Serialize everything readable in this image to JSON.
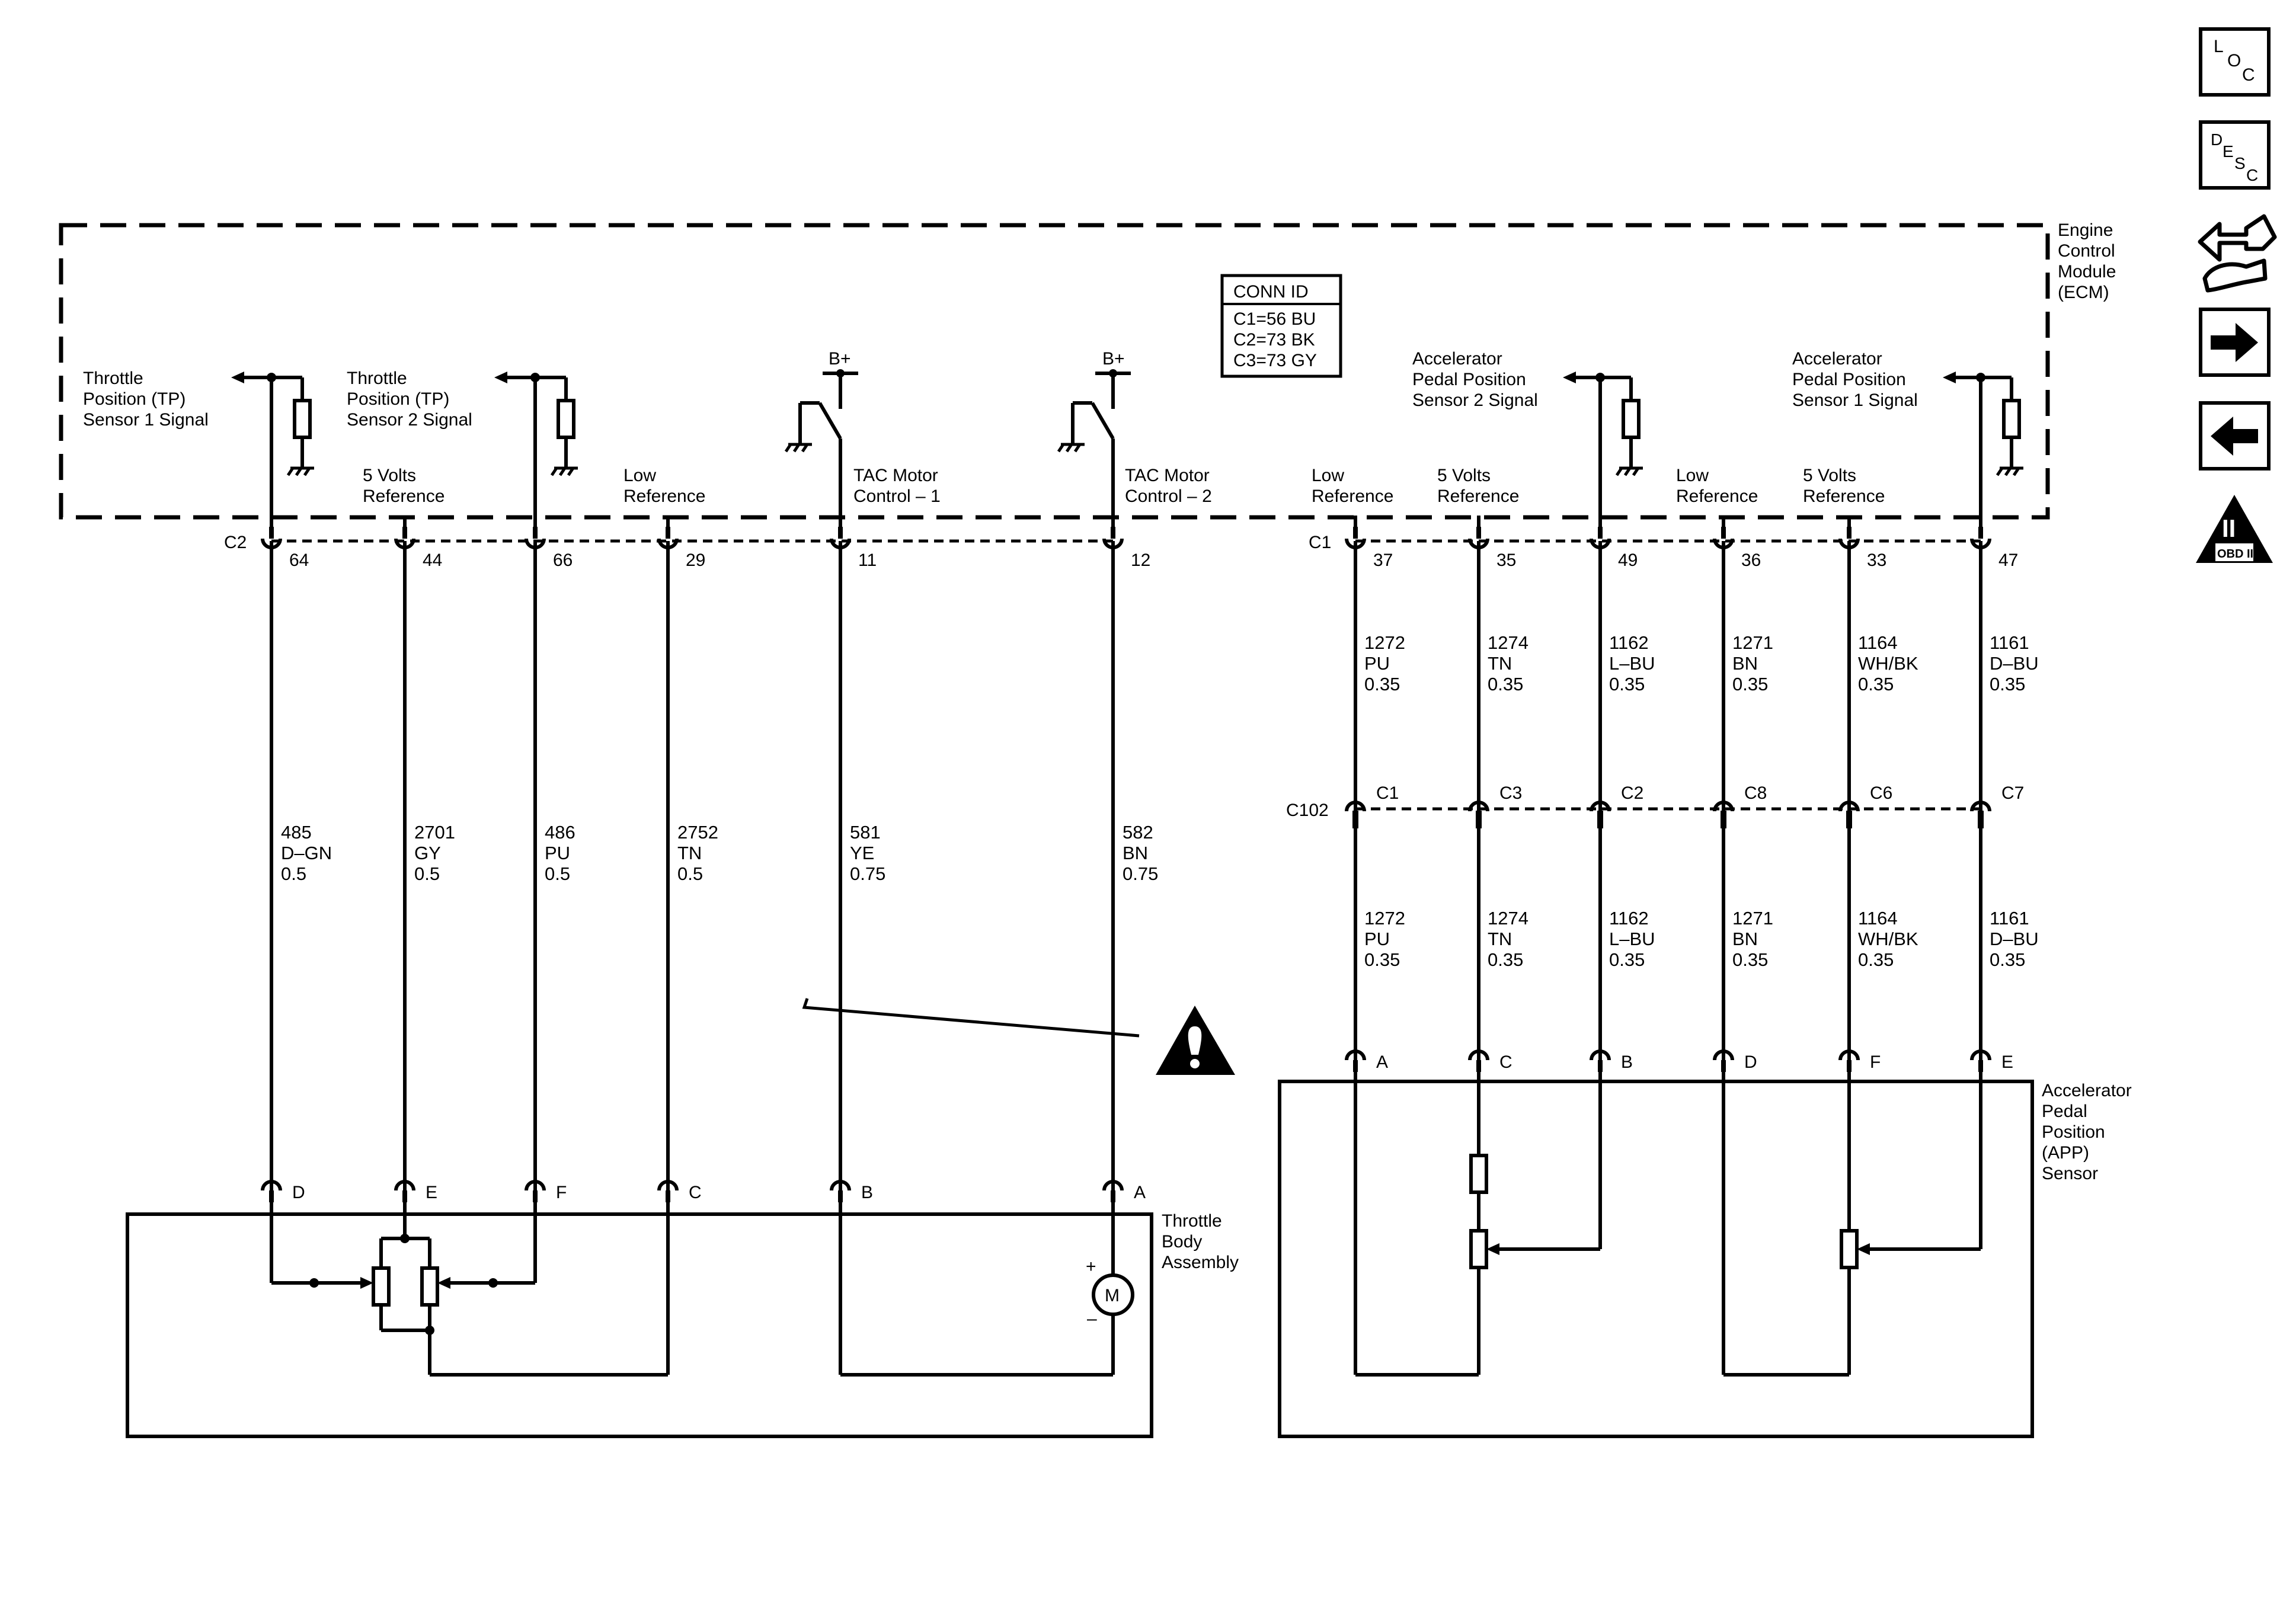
{
  "ecm": {
    "title": [
      "Engine",
      "Control",
      "Module",
      "(ECM)"
    ],
    "conn_id": {
      "title": "CONN ID",
      "lines": [
        "C1=56 BU",
        "C2=73 BK",
        "C3=73 GY"
      ]
    },
    "supply_label": "B+",
    "connector_c2": "C2",
    "connector_c1": "C1",
    "sensor_signals": [
      {
        "lines": [
          "Throttle",
          "Position (TP)",
          "Sensor 1 Signal"
        ]
      },
      {
        "lines": [
          "Throttle",
          "Position (TP)",
          "Sensor 2 Signal"
        ]
      },
      {
        "lines": [
          "Accelerator",
          "Pedal Position",
          "Sensor 2 Signal"
        ]
      },
      {
        "lines": [
          "Accelerator",
          "Pedal Position",
          "Sensor 1 Signal"
        ]
      }
    ],
    "circuits": [
      {
        "id": "tp1",
        "label": [],
        "pin": "64",
        "wire": [
          "485",
          "D–GN",
          "0.5"
        ],
        "component_pin": "D"
      },
      {
        "id": "tp5v",
        "label": [
          "5 Volts",
          "Reference"
        ],
        "pin": "44",
        "wire": [
          "2701",
          "GY",
          "0.5"
        ],
        "component_pin": "E"
      },
      {
        "id": "tp2",
        "label": [],
        "pin": "66",
        "wire": [
          "486",
          "PU",
          "0.5"
        ],
        "component_pin": "F"
      },
      {
        "id": "tplow",
        "label": [
          "Low",
          "Reference"
        ],
        "pin": "29",
        "wire": [
          "2752",
          "TN",
          "0.5"
        ],
        "component_pin": "C"
      },
      {
        "id": "tac1",
        "label": [
          "TAC Motor",
          "Control – 1"
        ],
        "pin": "11",
        "wire": [
          "581",
          "YE",
          "0.75"
        ],
        "component_pin": "B"
      },
      {
        "id": "tac2",
        "label": [
          "TAC Motor",
          "Control – 2"
        ],
        "pin": "12",
        "wire": [
          "582",
          "BN",
          "0.75"
        ],
        "component_pin": "A"
      },
      {
        "id": "app2low",
        "label": [
          "Low",
          "Reference"
        ],
        "pin": "37",
        "wire_top": [
          "1272",
          "PU",
          "0.35"
        ],
        "c102_pin": "C1",
        "wire": [
          "1272",
          "PU",
          "0.35"
        ],
        "component_pin": "A"
      },
      {
        "id": "app2ref",
        "label": [
          "5 Volts",
          "Reference"
        ],
        "pin": "35",
        "wire_top": [
          "1274",
          "TN",
          "0.35"
        ],
        "c102_pin": "C3",
        "wire": [
          "1274",
          "TN",
          "0.35"
        ],
        "component_pin": "C"
      },
      {
        "id": "app2sig",
        "label": [],
        "pin": "49",
        "wire_top": [
          "1162",
          "L–BU",
          "0.35"
        ],
        "c102_pin": "C2",
        "wire": [
          "1162",
          "L–BU",
          "0.35"
        ],
        "component_pin": "B"
      },
      {
        "id": "app1low",
        "label": [
          "Low",
          "Reference"
        ],
        "pin": "36",
        "wire_top": [
          "1271",
          "BN",
          "0.35"
        ],
        "c102_pin": "C8",
        "wire": [
          "1271",
          "BN",
          "0.35"
        ],
        "component_pin": "D"
      },
      {
        "id": "app1ref",
        "label": [
          "5 Volts",
          "Reference"
        ],
        "pin": "33",
        "wire_top": [
          "1164",
          "WH/BK",
          "0.35"
        ],
        "c102_pin": "C6",
        "wire": [
          "1164",
          "WH/BK",
          "0.35"
        ],
        "component_pin": "F"
      },
      {
        "id": "app1sig",
        "label": [],
        "pin": "47",
        "wire_top": [
          "1161",
          "D–BU",
          "0.35"
        ],
        "c102_pin": "C7",
        "wire": [
          "1161",
          "D–BU",
          "0.35"
        ],
        "component_pin": "E"
      }
    ]
  },
  "inline_connector": {
    "label": "C102"
  },
  "throttle_body": {
    "lines": [
      "Throttle",
      "Body",
      "Assembly"
    ],
    "motor_symbol": "M",
    "plus": "+",
    "minus": "–"
  },
  "app_sensor": {
    "lines": [
      "Accelerator",
      "Pedal",
      "Position",
      "(APP)",
      "Sensor"
    ]
  },
  "nav": {
    "loc": [
      "L",
      "O",
      "C"
    ],
    "desc": [
      "D",
      "E",
      "S",
      "C"
    ],
    "obd": {
      "numeral": "II",
      "label": "OBD II"
    },
    "icons": [
      "loc-icon",
      "desc-icon",
      "wrench-icon",
      "next-arrow-icon",
      "prev-arrow-icon",
      "obd-ii-icon"
    ]
  },
  "colors": {
    "line": "#000000",
    "background": "#ffffff"
  }
}
